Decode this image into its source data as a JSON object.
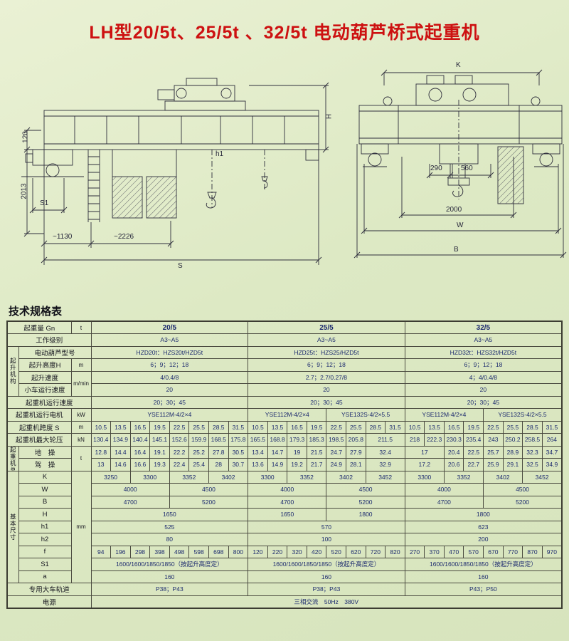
{
  "page": {
    "title": "LH型20/5t、25/5t 、32/5t 电动葫芦桥式起重机",
    "section_title": "技术规格表"
  },
  "drawings": {
    "side_view": {
      "d120": "120",
      "d2013": "2013",
      "dS1": "S1",
      "d1130": "~1130",
      "d2226": "~2226",
      "dS": "S",
      "dH": "H",
      "dh1": "h1"
    },
    "end_view": {
      "dK": "K",
      "d290": "290",
      "d560": "560",
      "d2000": "2000",
      "dW": "W",
      "dB": "B"
    }
  },
  "table": {
    "rows": [
      {
        "cells": [
          {
            "t": "起重量 Gn",
            "c": "n",
            "cs": 2
          },
          {
            "t": "t",
            "c": "u"
          },
          {
            "t": "20/5",
            "c": "h",
            "cs": 8
          },
          {
            "t": "25/5",
            "c": "h",
            "cs": 8
          },
          {
            "t": "32/5",
            "c": "h",
            "cs": 8
          }
        ]
      },
      {
        "cells": [
          {
            "t": "工作级别",
            "c": "n",
            "cs": 3
          },
          {
            "t": "A3~A5",
            "cs": 8
          },
          {
            "t": "A3~A5",
            "cs": 8
          },
          {
            "t": "A3~A5",
            "cs": 8
          }
        ]
      },
      {
        "cells": [
          {
            "t": "起升机构",
            "c": "g",
            "rs": 4
          },
          {
            "t": "电动葫芦型号",
            "c": "n",
            "cs": 2
          },
          {
            "t": "HZD20t：HZS20t/HZD5t",
            "cs": 8
          },
          {
            "t": "HZD25t：HZS25/HZD5t",
            "cs": 8
          },
          {
            "t": "HZD32t：HZS32t/HZD5t",
            "cs": 8
          }
        ]
      },
      {
        "cells": [
          {
            "t": "起升高度H",
            "c": "n"
          },
          {
            "t": "m",
            "c": "u"
          },
          {
            "t": "6；9；12；18",
            "cs": 8
          },
          {
            "t": "6；9；12；18",
            "cs": 8
          },
          {
            "t": "6；9；12；18",
            "cs": 8
          }
        ]
      },
      {
        "cells": [
          {
            "t": "起升速度",
            "c": "n"
          },
          {
            "t": "m/min",
            "c": "u",
            "rs": 2
          },
          {
            "t": "4/0.4/8",
            "cs": 8
          },
          {
            "t": "2.7；2.7/0.27/8",
            "cs": 8
          },
          {
            "t": "4；4/0.4/8",
            "cs": 8
          }
        ]
      },
      {
        "cells": [
          {
            "t": "小车运行速度",
            "c": "n"
          },
          {
            "t": "20",
            "cs": 8
          },
          {
            "t": "20",
            "cs": 8
          },
          {
            "t": "20",
            "cs": 8
          }
        ]
      },
      {
        "cells": [
          {
            "t": "起重机运行速度",
            "c": "n",
            "cs": 3
          },
          {
            "t": "20；30；45",
            "cs": 8
          },
          {
            "t": "20；30；45",
            "cs": 8
          },
          {
            "t": "20；30；45",
            "cs": 8
          }
        ]
      },
      {
        "cells": [
          {
            "t": "起重机运行电机",
            "c": "n",
            "cs": 2
          },
          {
            "t": "kW",
            "c": "u"
          },
          {
            "t": "YSE112M-4/2×4",
            "cs": 8
          },
          {
            "t": "YSE112M-4/2×4",
            "cs": 4
          },
          {
            "t": "YSE132S-4/2×5.5",
            "cs": 4
          },
          {
            "t": "YSE112M-4/2×4",
            "cs": 4
          },
          {
            "t": "YSE132S-4/2×5.5",
            "cs": 4
          }
        ]
      },
      {
        "cells": [
          {
            "t": "起重机跨度 S",
            "c": "n",
            "cs": 2
          },
          {
            "t": "m",
            "c": "u"
          },
          "10.5",
          "13.5",
          "16.5",
          "19.5",
          "22.5",
          "25.5",
          "28.5",
          "31.5",
          "10.5",
          "13.5",
          "16.5",
          "19.5",
          "22.5",
          "25.5",
          "28.5",
          "31.5",
          "10.5",
          "13.5",
          "16.5",
          "19.5",
          "22.5",
          "25.5",
          "28.5",
          "31.5"
        ]
      },
      {
        "cells": [
          {
            "t": "起重机最大轮压",
            "c": "n",
            "cs": 2
          },
          {
            "t": "kN",
            "c": "u"
          },
          "130.4",
          "134.9",
          "140.4",
          "145.1",
          "152.6",
          "159.9",
          "168.5",
          "175.8",
          "165.5",
          "168.8",
          "179.3",
          "185.3",
          "198.5",
          "205.8",
          {
            "t": "211.5",
            "cs": 2
          },
          "218",
          "222.3",
          "230.3",
          "235.4",
          "243",
          "250.2",
          "258.5",
          "264"
        ]
      },
      {
        "cells": [
          {
            "t": "起重机总重",
            "c": "g",
            "rs": 2
          },
          {
            "t": "地　操",
            "c": "n"
          },
          {
            "t": "t",
            "c": "u",
            "rs": 2
          },
          "12.8",
          "14.4",
          "16.4",
          "19.1",
          "22.2",
          "25.2",
          "27.8",
          "30.5",
          "13.4",
          "14.7",
          "19",
          "21.5",
          "24.7",
          "27.9",
          {
            "t": "32.4",
            "cs": 2
          },
          {
            "t": "17",
            "cs": 2
          },
          "20.4",
          "22.5",
          "25.7",
          "28.9",
          "32.3",
          "34.7"
        ]
      },
      {
        "cells": [
          {
            "t": "驾　操",
            "c": "n"
          },
          "13",
          "14.6",
          "16.6",
          "19.3",
          "22.4",
          "25.4",
          "28",
          "30.7",
          "13.6",
          "14.9",
          "19.2",
          "21.7",
          "24.9",
          "28.1",
          {
            "t": "32.9",
            "cs": 2
          },
          {
            "t": "17.2",
            "cs": 2
          },
          "20.6",
          "22.7",
          "25.9",
          "29.1",
          "32.5",
          "34.9"
        ]
      },
      {
        "cells": [
          {
            "t": "基本尺寸",
            "c": "g",
            "rs": 9
          },
          {
            "t": "K",
            "c": "n"
          },
          {
            "t": "mm",
            "c": "u",
            "rs": 9
          },
          {
            "t": "3250",
            "cs": 2
          },
          {
            "t": "3300",
            "cs": 2
          },
          {
            "t": "3352",
            "cs": 2
          },
          {
            "t": "3402",
            "cs": 2
          },
          {
            "t": "3300",
            "cs": 2
          },
          {
            "t": "3352",
            "cs": 2
          },
          {
            "t": "3402",
            "cs": 2
          },
          {
            "t": "3452",
            "cs": 2
          },
          {
            "t": "3300",
            "cs": 2
          },
          {
            "t": "3352",
            "cs": 2
          },
          {
            "t": "3402",
            "cs": 2
          },
          {
            "t": "3452",
            "cs": 2
          }
        ]
      },
      {
        "cells": [
          {
            "t": "W",
            "c": "n"
          },
          {
            "t": "4000",
            "cs": 4
          },
          {
            "t": "4500",
            "cs": 4
          },
          {
            "t": "4000",
            "cs": 4
          },
          {
            "t": "4500",
            "cs": 4
          },
          {
            "t": "4000",
            "cs": 4
          },
          {
            "t": "4500",
            "cs": 4
          }
        ]
      },
      {
        "cells": [
          {
            "t": "B",
            "c": "n"
          },
          {
            "t": "4700",
            "cs": 4
          },
          {
            "t": "5200",
            "cs": 4
          },
          {
            "t": "4700",
            "cs": 4
          },
          {
            "t": "5200",
            "cs": 4
          },
          {
            "t": "4700",
            "cs": 4
          },
          {
            "t": "5200",
            "cs": 4
          }
        ]
      },
      {
        "cells": [
          {
            "t": "H",
            "c": "n"
          },
          {
            "t": "1650",
            "cs": 8
          },
          {
            "t": "1650",
            "cs": 4
          },
          {
            "t": "1800",
            "cs": 4
          },
          {
            "t": "1800",
            "cs": 8
          }
        ]
      },
      {
        "cells": [
          {
            "t": "h1",
            "c": "n"
          },
          {
            "t": "525",
            "cs": 8
          },
          {
            "t": "570",
            "cs": 8
          },
          {
            "t": "623",
            "cs": 8
          }
        ]
      },
      {
        "cells": [
          {
            "t": "h2",
            "c": "n"
          },
          {
            "t": "80",
            "cs": 8
          },
          {
            "t": "100",
            "cs": 8
          },
          {
            "t": "200",
            "cs": 8
          }
        ]
      },
      {
        "cells": [
          {
            "t": "f",
            "c": "n"
          },
          "94",
          "196",
          "298",
          "398",
          "498",
          "598",
          "698",
          "800",
          "120",
          "220",
          "320",
          "420",
          "520",
          "620",
          "720",
          "820",
          "270",
          "370",
          "470",
          "570",
          "670",
          "770",
          "870",
          "970"
        ]
      },
      {
        "cells": [
          {
            "t": "S1",
            "c": "n"
          },
          {
            "t": "1600/1600/1850/1850（按起升高度定）",
            "cs": 8
          },
          {
            "t": "1600/1600/1850/1850（按起升高度定）",
            "cs": 8
          },
          {
            "t": "1600/1600/1850/1850（按起升高度定）",
            "cs": 8
          }
        ]
      },
      {
        "cells": [
          {
            "t": "a",
            "c": "n"
          },
          {
            "t": "160",
            "cs": 8
          },
          {
            "t": "160",
            "cs": 8
          },
          {
            "t": "160",
            "cs": 8
          }
        ]
      },
      {
        "cells": [
          {
            "t": "专用大车轨道",
            "c": "n",
            "cs": 3
          },
          {
            "t": "P38；P43",
            "cs": 8
          },
          {
            "t": "P38；P43",
            "cs": 8
          },
          {
            "t": "P43；P50",
            "cs": 8
          }
        ]
      },
      {
        "cells": [
          {
            "t": "电源",
            "c": "n",
            "cs": 3
          },
          {
            "t": "三相交流　50Hz　380V",
            "cs": 24
          }
        ]
      }
    ]
  }
}
